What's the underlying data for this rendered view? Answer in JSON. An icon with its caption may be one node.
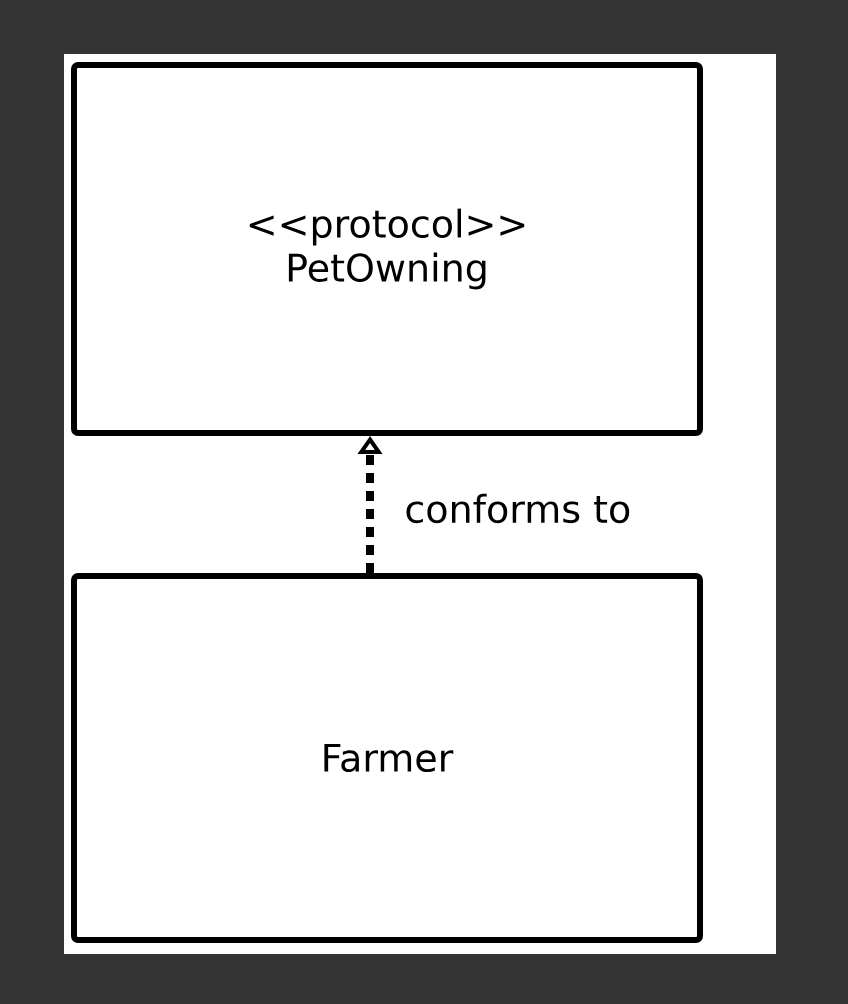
{
  "diagram": {
    "nodes": [
      {
        "text": [
          "<<protocol>>",
          "PetOwning"
        ]
      },
      {
        "text": [
          "Farmer"
        ]
      }
    ],
    "edges": [
      {
        "from": 1,
        "to": 0,
        "arrow": "to",
        "style": "dashed",
        "label": "conforms to"
      }
    ]
  }
}
